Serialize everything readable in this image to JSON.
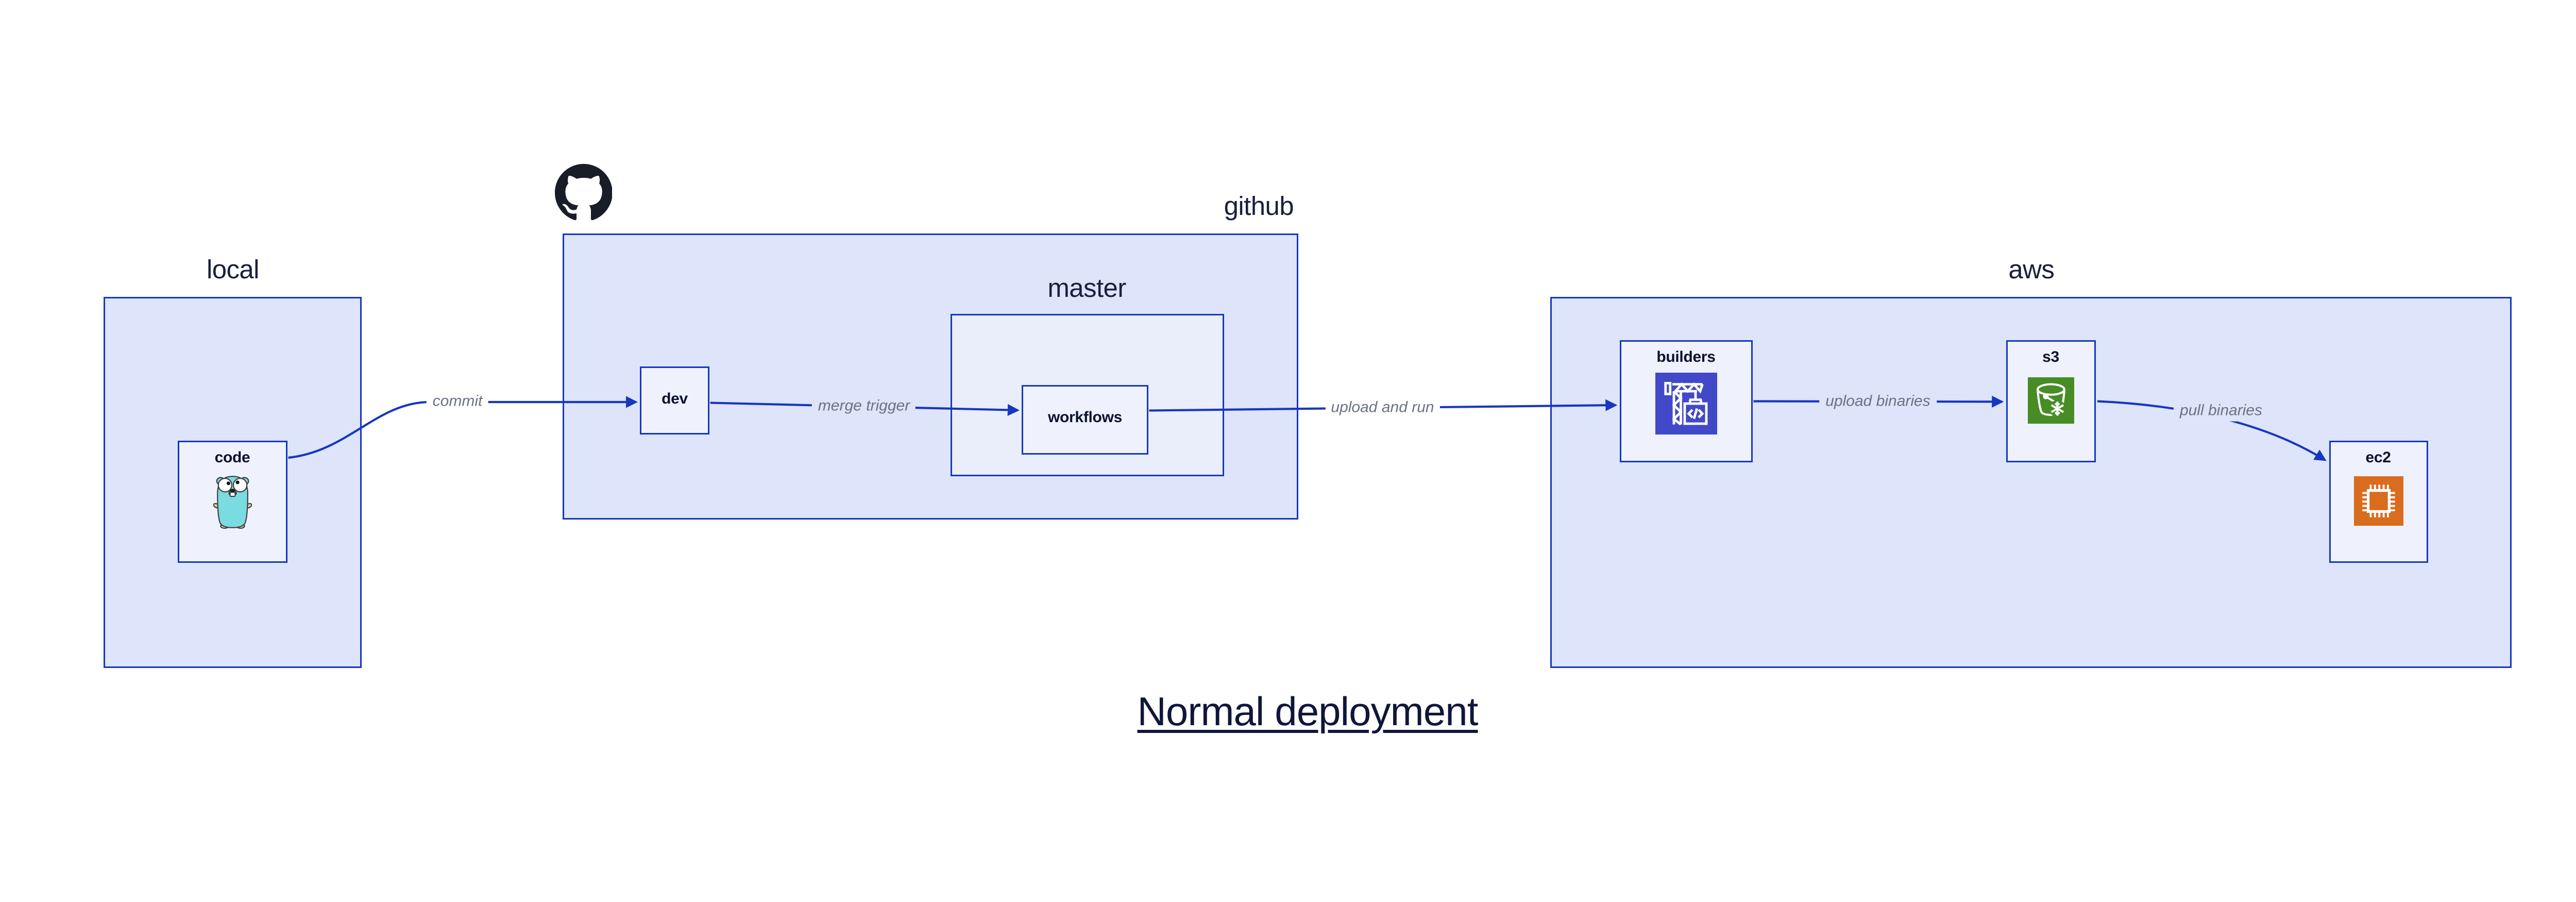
{
  "diagram": {
    "title": "Normal deployment",
    "containers": {
      "local": "local",
      "github": "github",
      "master": "master",
      "aws": "aws"
    },
    "nodes": {
      "code": "code",
      "dev": "dev",
      "workflows": "workflows",
      "builders": "builders",
      "s3": "s3",
      "ec2": "ec2"
    },
    "edges": [
      {
        "from": "code",
        "to": "dev",
        "label": "commit"
      },
      {
        "from": "dev",
        "to": "workflows",
        "label": "merge trigger"
      },
      {
        "from": "workflows",
        "to": "builders",
        "label": "upload and run"
      },
      {
        "from": "builders",
        "to": "s3",
        "label": "upload binaries"
      },
      {
        "from": "s3",
        "to": "ec2",
        "label": "pull binaries"
      }
    ],
    "icons": {
      "github": "github-octocat-icon",
      "code": "go-gopher-icon",
      "builders": "codebuild-crane-icon",
      "s3": "s3-bucket-icon",
      "ec2": "ec2-chip-icon"
    },
    "colors": {
      "line_blue": "#1638bf",
      "container_fill": "#dee4f9",
      "master_fill": "#eaeefb",
      "node_fill": "#eff2fc",
      "edge_label_gray": "#6b7282",
      "text_navy": "#10163a",
      "codebuild_icon_bg": "#4149c8",
      "s3_icon_bg": "#478c25",
      "ec2_icon_bg": "#d96c1e",
      "octocat_black": "#191d27",
      "gopher_teal": "#7adbe0"
    }
  }
}
